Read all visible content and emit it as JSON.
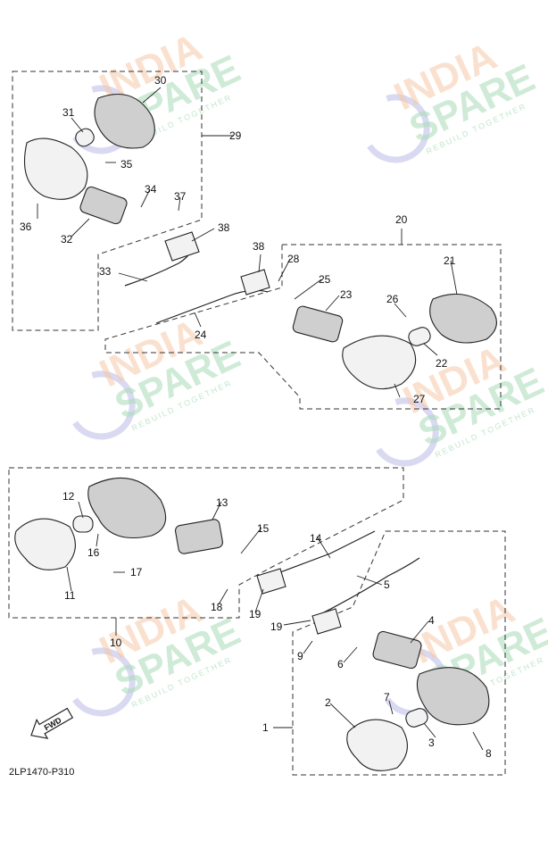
{
  "diagram_code": "2LP1470-P310",
  "fwd_label": "FWD",
  "watermark": {
    "line1": "INDIA",
    "line2": "SPARE",
    "tagline": "REBUILD TOGETHER"
  },
  "callouts": [
    "1",
    "2",
    "3",
    "4",
    "5",
    "6",
    "7",
    "8",
    "9",
    "10",
    "11",
    "12",
    "13",
    "14",
    "15",
    "16",
    "17",
    "18",
    "19",
    "19",
    "20",
    "21",
    "22",
    "23",
    "24",
    "25",
    "26",
    "27",
    "28",
    "29",
    "30",
    "31",
    "32",
    "33",
    "34",
    "35",
    "36",
    "37",
    "38",
    "38"
  ],
  "colors": {
    "line": "#222222",
    "watermark_orange": "#f6c9a8",
    "watermark_green": "#a9dcb8",
    "watermark_blue": "#c9c9ec"
  }
}
